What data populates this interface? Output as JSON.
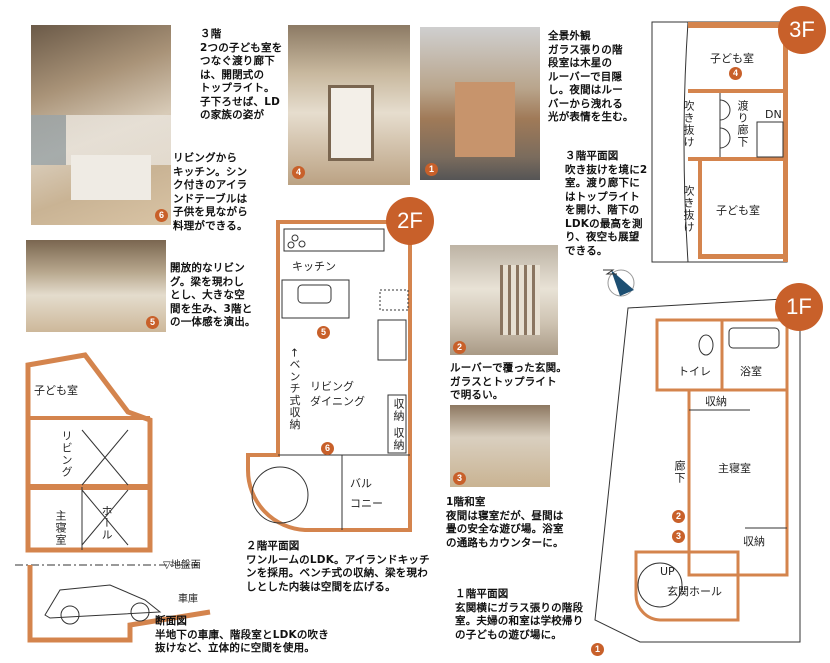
{
  "photos": [
    {
      "id": "6",
      "caption": "リビングから\nキッチン。シン\nク付きのアイラ\nンドテーブルは\n子供を見ながら\n料理ができる。"
    },
    {
      "id": "4",
      "caption": "３階\n2つの子ども室を\nつなぐ渡り廊下\nは、開閉式の\nトップライト。\n子下ろせば、LD\nの家族の姿が"
    },
    {
      "id": "1",
      "caption": "全景外観\nガラス張りの階\n段室は木星の\nルーバーで目隠\nし。夜間はルー\nバーから洩れる\n光が表情を生む。"
    },
    {
      "id": "5",
      "caption": "開放的なリビン\nグ。梁を現わし\nとし、大きな空\n間を生み、3階と\nの一体感を演出。"
    },
    {
      "id": "2",
      "caption": "ルーバーで覆った玄関。\nガラスとトップライト\nで明るい。"
    },
    {
      "id": "3",
      "caption": "1階和室\n夜間は寝室だが、昼間は\n畳の安全な遊び場。浴室\nの通路もカウンターに。"
    }
  ],
  "plans": {
    "f3": {
      "badge": "3F",
      "caption": "３階平面図\n吹き抜けを境に2\n室。渡り廊下に\nはトップライト\nを開け、階下の\nLDKの最高を測\nり、夜空も展望\nできる。",
      "rooms": {
        "kids1": "子ども室",
        "kids2": "子ども室",
        "corridor": "渡り廊下",
        "void1": "吹き抜け",
        "void2": "吹き抜け",
        "dn": "DN"
      },
      "marker": "4"
    },
    "f2": {
      "badge": "2F",
      "caption": "２階平面図\nワンルームのLDK。アイランドキッチ\nンを採用。ベンチ式の収納、梁を現わ\nしとした内装は空間を広げる。",
      "rooms": {
        "kitchen": "キッチン",
        "living": "リビング",
        "dining": "ダイニング",
        "bench": "←ベンチ式収納",
        "storage1": "収納",
        "storage2": "収納",
        "balcony1": "バル",
        "balcony2": "コニー"
      },
      "markers": [
        "5",
        "6"
      ]
    },
    "f1": {
      "badge": "1F",
      "caption": "１階平面図\n玄関横にガラス張りの階段\n室。夫婦の和室は学校帰り\nの子どもの遊び場に。",
      "rooms": {
        "toilet": "トイレ",
        "bath": "浴室",
        "storage1": "収納",
        "master": "主寝室",
        "corridor": "廊下",
        "storage2": "収納",
        "up": "UP",
        "entrance": "玄関ホール"
      },
      "markers": [
        "2",
        "3",
        "1"
      ]
    },
    "section": {
      "caption": "断面図\n半地下の車庫、階段室とLDKの吹き\n抜けなど、立体的に空間を使用。",
      "rooms": {
        "kids": "子ども室",
        "living": "リビング",
        "master": "主寝室",
        "hall": "ホール",
        "garage": "車庫",
        "ground": "▽地盤面"
      }
    }
  },
  "colors": {
    "accent": "#c8602a",
    "wall": "#d4844d",
    "line": "#333333",
    "compass": "#1d4f72"
  }
}
